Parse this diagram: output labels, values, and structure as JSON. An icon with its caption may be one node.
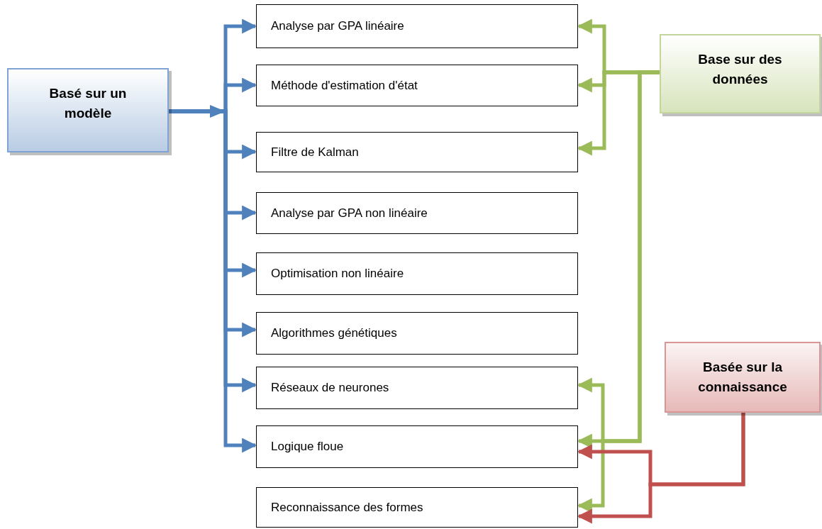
{
  "diagram": {
    "nodes": [
      {
        "text": [
          "Basé sur un modèle"
        ]
      },
      {
        "text": [
          "Analyse par GPA linéaire"
        ]
      },
      {
        "text": [
          "Méthode d'estimation d'état"
        ]
      },
      {
        "text": [
          "Filtre de Kalman"
        ]
      },
      {
        "text": [
          "Analyse par GPA non linéaire"
        ]
      },
      {
        "text": [
          "Optimisation non linéaire"
        ]
      },
      {
        "text": [
          "Algorithmes génétiques"
        ]
      },
      {
        "text": [
          "Réseaux de neurones"
        ]
      },
      {
        "text": [
          "Logique floue"
        ]
      },
      {
        "text": [
          "Reconnaissance des formes"
        ]
      },
      {
        "text": [
          "Base sur des données"
        ]
      },
      {
        "text": [
          "Basée sur la connaissance"
        ]
      }
    ],
    "edges": [
      {
        "from": 0,
        "to": 1,
        "arrow": "to"
      },
      {
        "from": 0,
        "to": 2,
        "arrow": "to"
      },
      {
        "from": 0,
        "to": 3,
        "arrow": "to"
      },
      {
        "from": 0,
        "to": 4,
        "arrow": "to"
      },
      {
        "from": 0,
        "to": 5,
        "arrow": "to"
      },
      {
        "from": 0,
        "to": 6,
        "arrow": "to"
      },
      {
        "from": 0,
        "to": 7,
        "arrow": "to"
      },
      {
        "from": 0,
        "to": 8,
        "arrow": "to"
      },
      {
        "from": 10,
        "to": 1,
        "arrow": "to",
        "color": "#9bbb59"
      },
      {
        "from": 10,
        "to": 2,
        "arrow": "to",
        "color": "#9bbb59"
      },
      {
        "from": 10,
        "to": 3,
        "arrow": "to",
        "color": "#9bbb59"
      },
      {
        "from": 10,
        "to": 7,
        "arrow": "to",
        "color": "#9bbb59"
      },
      {
        "from": 10,
        "to": 8,
        "arrow": "to",
        "color": "#9bbb59"
      },
      {
        "from": 10,
        "to": 9,
        "arrow": "to",
        "color": "#9bbb59"
      },
      {
        "from": 11,
        "to": 8,
        "arrow": "to",
        "color": "#c0504d"
      },
      {
        "from": 11,
        "to": 9,
        "arrow": "to",
        "color": "#c0504d"
      }
    ]
  }
}
